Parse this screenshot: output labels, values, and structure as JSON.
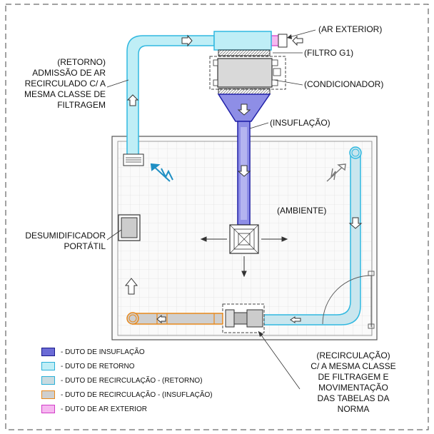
{
  "labels": {
    "ar_exterior": "(AR EXTERIOR)",
    "filtro": "(FILTRO G1)",
    "condicionador": "(CONDICIONADOR)",
    "insuflacao": "(INSUFLAÇÃO)",
    "retorno": [
      "(RETORNO)",
      "ADMISSÃO DE AR",
      "RECIRCULADO C/ A",
      "MESMA CLASSE DE",
      "FILTRAGEM"
    ],
    "ambiente": "(AMBIENTE)",
    "desumidificador": [
      "DESUMIDIFICADOR",
      "PORTÁTIL"
    ],
    "recirculacao": [
      "(RECIRCULAÇÃO)",
      "C/ A MESMA CLASSE",
      "DE FILTRAGEM E",
      "MOVIMENTAÇÃO",
      "DAS TABELAS DA",
      "NORMA"
    ]
  },
  "legend": [
    {
      "text": "- DUTO DE INSUFLAÇÃO",
      "fill": "#6b6bd6",
      "stroke": "#1a1a8c"
    },
    {
      "text": "- DUTO DE RETORNO",
      "fill": "#bfeef6",
      "stroke": "#2ab0d8"
    },
    {
      "text": "- DUTO DE RECIRCULAÇÃO - (RETORNO)",
      "fill": "#c9dbe0",
      "stroke": "#2ab0d8"
    },
    {
      "text": "- DUTO DE RECIRCULAÇÃO - (INSUFLAÇÃO)",
      "fill": "#cfcfcf",
      "stroke": "#e8891c"
    },
    {
      "text": "- DUTO DE AR EXTERIOR",
      "fill": "#f6b8f0",
      "stroke": "#d23cc8"
    }
  ],
  "colors": {
    "insuflacao": "#2020a8",
    "retorno": "#30b8e0",
    "recirc_ins": "#e8891c",
    "ar_exterior": "#d23cc8"
  }
}
